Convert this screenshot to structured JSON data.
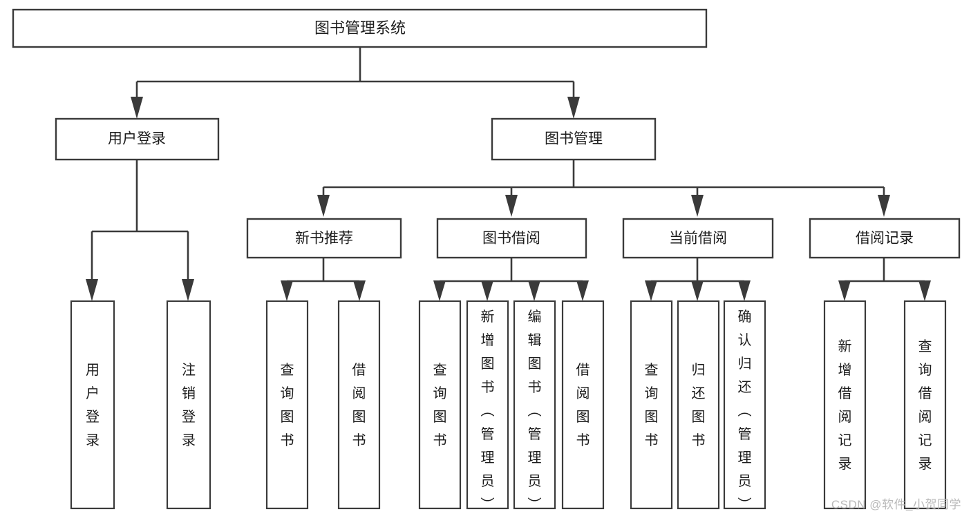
{
  "diagram": {
    "type": "tree",
    "title": "图书管理系统",
    "watermark": "CSDN @软件_小贺同学",
    "colors": {
      "stroke": "#3a3a3a",
      "box_fill": "#ffffff",
      "text": "#1c1c1c",
      "background": "#ffffff",
      "watermark": "#b9b9b9"
    },
    "levels": {
      "root": "图书管理系统",
      "level2": [
        "用户登录",
        "图书管理"
      ],
      "level3": [
        "新书推荐",
        "图书借阅",
        "当前借阅",
        "借阅记录"
      ]
    },
    "nodes": {
      "root": {
        "label": "图书管理系统"
      },
      "user_login": {
        "label": "用户登录"
      },
      "book_manage": {
        "label": "图书管理"
      },
      "new_book_rec": {
        "label": "新书推荐"
      },
      "book_borrow": {
        "label": "图书借阅"
      },
      "current_borrow": {
        "label": "当前借阅"
      },
      "borrow_record": {
        "label": "借阅记录"
      }
    },
    "leaves": {
      "user_login": [
        {
          "label": "用户登录"
        },
        {
          "label": "注销登录"
        }
      ],
      "new_book_rec": [
        {
          "label": "查询图书"
        },
        {
          "label": "借阅图书"
        }
      ],
      "book_borrow": [
        {
          "label": "查询图书"
        },
        {
          "label": "新增图书（管理员）"
        },
        {
          "label": "编辑图书（管理员）"
        },
        {
          "label": "借阅图书"
        }
      ],
      "current_borrow": [
        {
          "label": "查询图书"
        },
        {
          "label": "归还图书"
        },
        {
          "label": "确认归还（管理员）"
        }
      ],
      "borrow_record": [
        {
          "label": "新增借阅记录"
        },
        {
          "label": "查询借阅记录"
        }
      ]
    }
  }
}
